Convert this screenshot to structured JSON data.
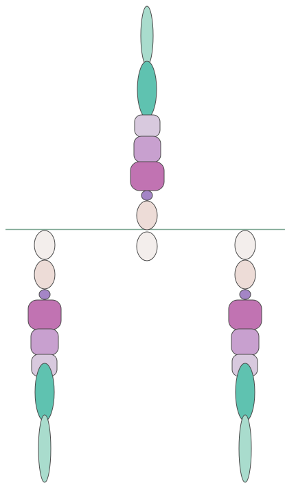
{
  "diagram": {
    "description_visible_text": "",
    "palette": {
      "membrane_line": "#7fa894",
      "outline": "#4a4a4a",
      "teal_light": "#a9dccd",
      "teal": "#5fc2b0",
      "lavender_pale": "#d8c9de",
      "lavender": "#c8a0cf",
      "magenta": "#c173b2",
      "purple_link": "#a485c6",
      "blush": "#eddcd7",
      "pale": "#f3eeec"
    },
    "chains": [
      {
        "name": "top-chain",
        "orientation": "up",
        "segments": [
          "teal_light",
          "teal",
          "lavender_pale",
          "lavender",
          "magenta",
          "purple_link",
          "blush",
          "pale"
        ]
      },
      {
        "name": "left-chain",
        "orientation": "down",
        "segments": [
          "pale",
          "blush",
          "purple_link",
          "magenta",
          "lavender",
          "lavender_pale",
          "teal",
          "teal_light"
        ]
      },
      {
        "name": "right-chain",
        "orientation": "down",
        "segments": [
          "pale",
          "blush",
          "purple_link",
          "magenta",
          "lavender",
          "lavender_pale",
          "teal",
          "teal_light"
        ]
      }
    ]
  }
}
